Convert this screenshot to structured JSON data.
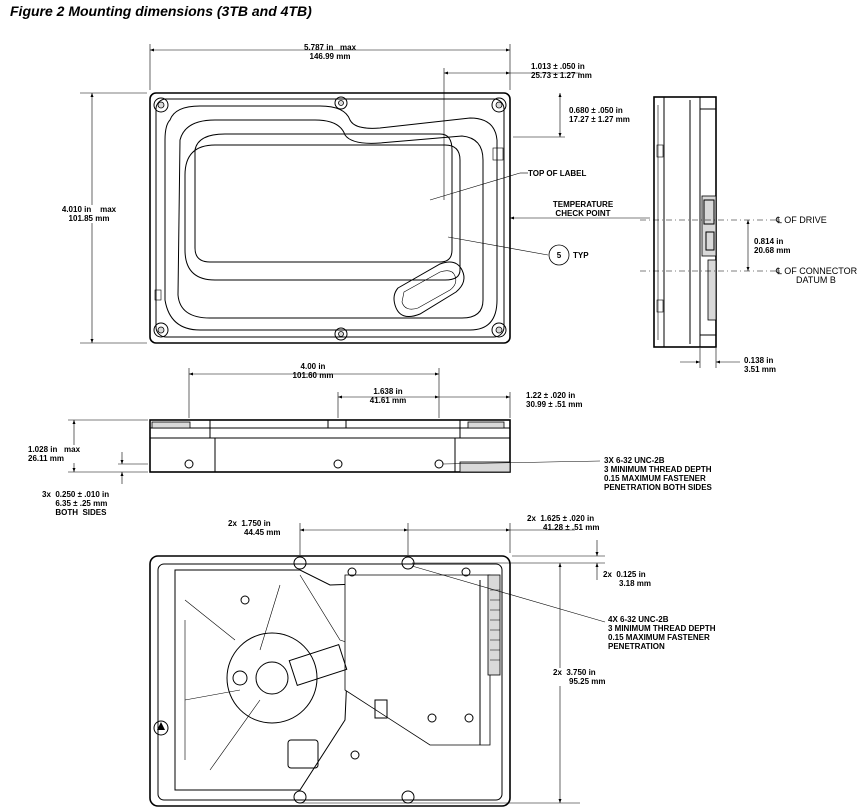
{
  "figure_title": "Figure 2  Mounting dimensions (3TB and 4TB)",
  "top_view": {
    "width_in": "5.787 in   max",
    "width_mm": "146.99 mm",
    "height_in": "4.010 in    max",
    "height_mm": "101.85 mm",
    "offset1_in": "1.013 ± .050 in",
    "offset1_mm": "25.73 ± 1.27 mm",
    "offset2_in": "0.680 ± .050 in",
    "offset2_mm": "17.27 ± 1.27 mm",
    "top_of_label": "TOP OF LABEL",
    "temp_point": "TEMPERATURE\nCHECK POINT",
    "callout_num": "5",
    "callout_typ": "TYP"
  },
  "side_view": {
    "cl_drive": "℄ OF DRIVE",
    "spacing_in": "0.814 in",
    "spacing_mm": "20.68 mm",
    "cl_connector": "℄ OF CONNECTOR",
    "datum_b": "DATUM B",
    "edge_in": "0.138 in",
    "edge_mm": "3.51 mm"
  },
  "front_view": {
    "span_in": "4.00 in",
    "span_mm": "101.60 mm",
    "mid_in": "1.638 in",
    "mid_mm": "41.61 mm",
    "end_in": "1.22 ± .020 in",
    "end_mm": "30.99 ± .51 mm",
    "height_in": "1.028 in   max",
    "height_mm": "26.11 mm",
    "hole_h": "3x  0.250 ± .010 in\n      6.35 ± .25 mm\n      BOTH  SIDES",
    "thread_note": "3X 6-32 UNC-2B\n3 MINIMUM THREAD DEPTH\n0.15 MAXIMUM FASTENER\nPENETRATION BOTH SIDES"
  },
  "bottom_view": {
    "pitch_in": "2x  1.750 in",
    "pitch_mm": "44.45 mm",
    "edge_in": "2x  1.625 ± .020 in",
    "edge_mm": "41.28 ± .51 mm",
    "inset_in": "2x  0.125 in",
    "inset_mm": "3.18 mm",
    "span_in": "2x  3.750 in",
    "span_mm": "95.25 mm",
    "thread_note": "4X 6-32 UNC-2B\n3 MINIMUM THREAD DEPTH\n0.15 MAXIMUM FASTENER\nPENETRATION"
  }
}
